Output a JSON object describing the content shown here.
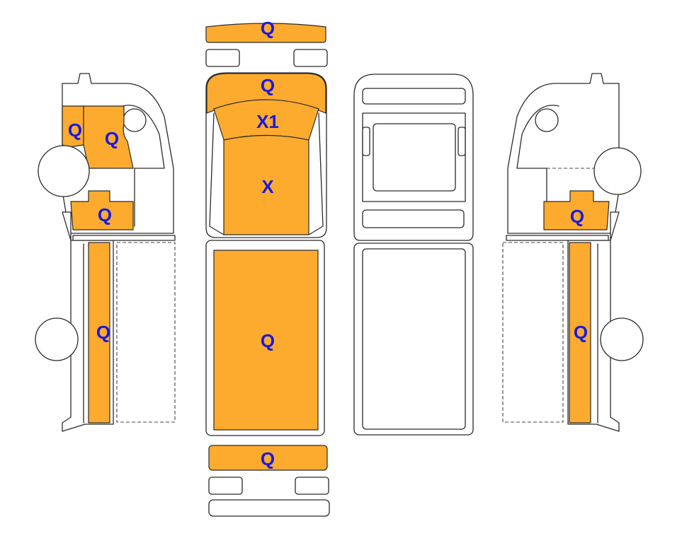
{
  "colors": {
    "zone_fill": "#fcab2f",
    "label": "#1a1ae0",
    "outline": "#2a2a2a"
  },
  "zones": {
    "top_bumper": "Q",
    "hood": "Q",
    "windshield": "X1",
    "roof": "X",
    "cargo_roof": "Q",
    "rear_bumper": "Q",
    "left_cab_front": "Q",
    "left_cab_door": "Q",
    "left_cab_lower": "Q",
    "left_body_side": "Q",
    "right_cab_lower": "Q",
    "right_body_side": "Q"
  }
}
